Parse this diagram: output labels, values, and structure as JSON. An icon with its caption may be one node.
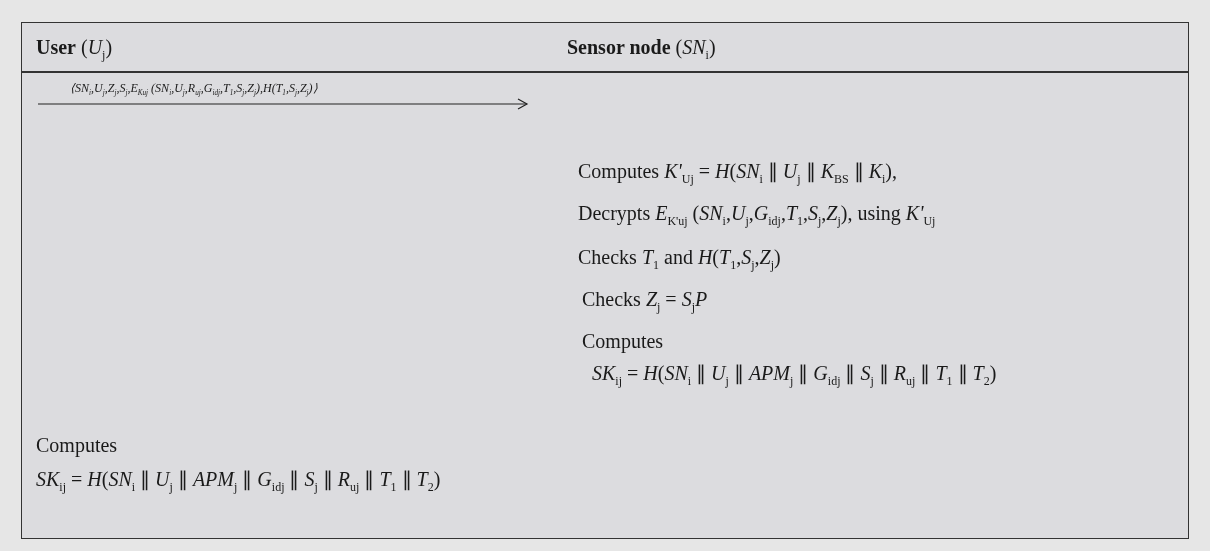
{
  "diagram": {
    "labels": [
      "**User** (*U*$_{j}$)",
      "**Sensor node** (*SN*$_{i}$)",
      "⟨*SN*$_{i}$,*U*$_{j}$,*Z*$_{j}$,*S*$_{j}$,*E*$_{Kuj}$ (*SN*$_{i}$,*U*$_{j}$,*R*$_{uj}$,*G*$_{idj}$,*T*$_{1}$,*S*$_{j}$,*Z*$_{j}$),*H*(*T*$_{1}$,*S*$_{j}$,*Z*$_{j}$)⟩",
      "Computes *K'*$_{Uj}$ = *H*(*SN*$_{i}$ ∥ *U*$_{j}$ ∥ *K*$_{BS}$ ∥ *K*$_{i}$),",
      "Decrypts *E*$_{K'uj}$ (*SN*$_{i}$,*U*$_{j}$,*G*$_{idj}$,*T*$_{1}$,*S*$_{j}$,*Z*$_{j}$), using *K'*$_{Uj}$",
      "Checks *T*$_{1}$ and *H*(*T*$_{1}$,*S*$_{j}$,*Z*$_{j}$)",
      "Checks *Z*$_{j}$ = *S*$_{j}$*P*",
      "Computes",
      "*SK*$_{ij}$ = *H*(*SN*$_{i}$ ∥ *U*$_{j}$ ∥ *APM*$_{j}$ ∥ *G*$_{idj}$ ∥ *S*$_{j}$ ∥ *R*$_{uj}$ ∥ *T*$_{1}$ ∥ *T*$_{2}$)",
      "Computes",
      "*SK*$_{ij}$ = *H*(*SN*$_{i}$ ∥ *U*$_{j}$ ∥ *APM*$_{j}$ ∥ *G*$_{idj}$ ∥ *S*$_{j}$ ∥ *R*$_{uj}$ ∥ *T*$_{1}$ ∥ *T*$_{2}$)"
    ]
  }
}
